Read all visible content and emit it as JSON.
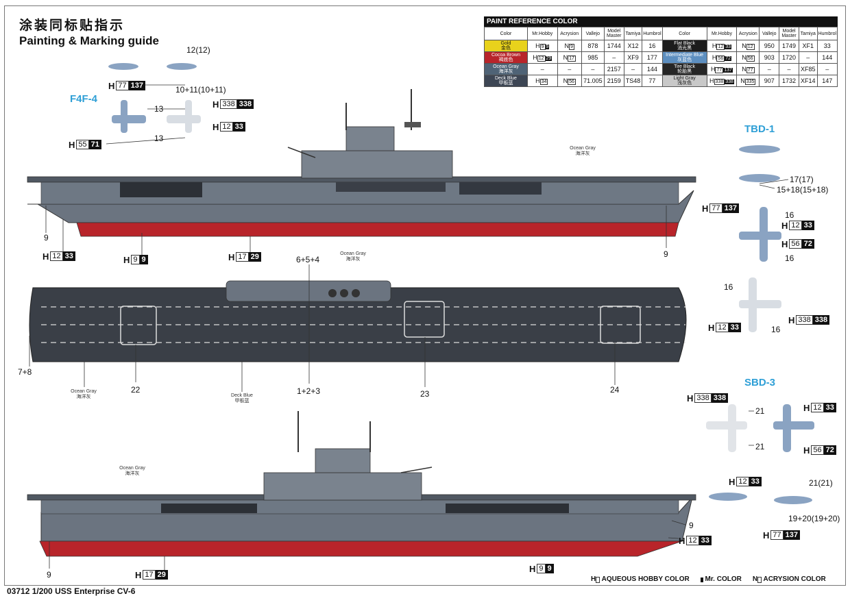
{
  "title_cn": "涂装同标贴指示",
  "title_en": "Painting & Marking guide",
  "footer": "03712 1/200 USS Enterprise CV-6",
  "paint_table": {
    "heading": "PAINT  REFERENCE COLOR",
    "columns": [
      "Color",
      "Mr.Hobby",
      "Acrysion",
      "Vallejo",
      "Model Master",
      "Tamiya",
      "Humbrol"
    ],
    "left": [
      {
        "name": "Gold",
        "cn": "金色",
        "color": "#e8d21c",
        "h": [
          "9",
          "9"
        ],
        "n": "9",
        "vallejo": "878",
        "mm": "1744",
        "tamiya": "X12",
        "humbrol": "16"
      },
      {
        "name": "Cocoa Brown",
        "cn": "褐底色",
        "color": "#b8242a",
        "h": [
          "12",
          "29"
        ],
        "n": "17",
        "vallejo": "985",
        "mm": "–",
        "tamiya": "XF9",
        "humbrol": "177"
      },
      {
        "name": "Ocean Gray",
        "cn": "海洋灰",
        "color": "#4f6376",
        "h": null,
        "n": null,
        "vallejo": "–",
        "mm": "2157",
        "tamiya": "–",
        "humbrol": "144"
      },
      {
        "name": "Deck Blue",
        "cn": "甲板蓝",
        "color": "#3d4654",
        "h": [
          "34",
          ""
        ],
        "n": "56",
        "vallejo": "71.005",
        "mm": "2159",
        "tamiya": "TS48",
        "humbrol": "77"
      }
    ],
    "right": [
      {
        "name": "Flat Black",
        "cn": "消光黑",
        "color": "#1c1c1c",
        "h": [
          "12",
          "33"
        ],
        "n": "12",
        "vallejo": "950",
        "mm": "1749",
        "tamiya": "XF1",
        "humbrol": "33"
      },
      {
        "name": "Intermediate Blue",
        "cn": "灰蓝色",
        "color": "#5d8fc0",
        "h": [
          "56",
          "72"
        ],
        "n": "56",
        "vallejo": "903",
        "mm": "1720",
        "tamiya": "–",
        "humbrol": "144"
      },
      {
        "name": "Tire Black",
        "cn": "轮胎黑",
        "color": "#262626",
        "h": [
          "77",
          "137"
        ],
        "n": "77",
        "vallejo": "–",
        "mm": "–",
        "tamiya": "XF85",
        "humbrol": "–"
      },
      {
        "name": "Light Gray",
        "cn": "浅灰色",
        "color": "#c8c8c8",
        "h": [
          "338",
          "338"
        ],
        "n": "335",
        "vallejo": "907",
        "mm": "1732",
        "tamiya": "XF14",
        "humbrol": "147"
      }
    ]
  },
  "aircraft": {
    "f4f": "F4F-4",
    "tbd": "TBD-1",
    "sbd": "SBD-3"
  },
  "labels": {
    "l_12_12": "12(12)",
    "l_10_11": "10+11(10+11)",
    "l_13a": "13",
    "l_13b": "13",
    "l_17_17": "17(17)",
    "l_15_18": "15+18(15+18)",
    "l_16a": "16",
    "l_16b": "16",
    "l_16c": "16",
    "l_16d": "16",
    "l_21a": "21",
    "l_21b": "21",
    "l_21_21": "21(21)",
    "l_19_20": "19+20(19+20)",
    "l_9a": "9",
    "l_9b": "9",
    "l_9c": "9",
    "l_9d": "9",
    "l_654": "6+5+4",
    "l_123": "1+2+3",
    "l_78": "7+8",
    "l_22": "22",
    "l_23": "23",
    "l_24": "24"
  },
  "captions": {
    "og1": "Ocean Gray",
    "og1_cn": "海洋灰",
    "og2": "Ocean Gray",
    "og2_cn": "海洋灰",
    "og3": "Ocean Gray",
    "og3_cn": "海洋灰",
    "og4": "Ocean Gray",
    "og4_cn": "海洋灰",
    "db": "Deck Blue",
    "db_cn": "甲板蓝"
  },
  "codes": {
    "c1": {
      "p": "H",
      "w": "77",
      "b": "137"
    },
    "c2": {
      "p": "H",
      "w": "338",
      "b": "338"
    },
    "c3": {
      "p": "H",
      "w": "12",
      "b": "33"
    },
    "c4": {
      "p": "H",
      "w": "55",
      "b": "71"
    },
    "c5": {
      "p": "H",
      "w": "12",
      "b": "33"
    },
    "c6": {
      "p": "H",
      "w": "9",
      "b": "9"
    },
    "c7": {
      "p": "H",
      "w": "17",
      "b": "29"
    },
    "c8": {
      "p": "H",
      "w": "77",
      "b": "137"
    },
    "c9": {
      "p": "H",
      "w": "12",
      "b": "33"
    },
    "c10": {
      "p": "H",
      "w": "56",
      "b": "72"
    },
    "c11": {
      "p": "H",
      "w": "12",
      "b": "33"
    },
    "c12": {
      "p": "H",
      "w": "338",
      "b": "338"
    },
    "c13": {
      "p": "H",
      "w": "338",
      "b": "338"
    },
    "c14": {
      "p": "H",
      "w": "12",
      "b": "33"
    },
    "c15": {
      "p": "H",
      "w": "56",
      "b": "72"
    },
    "c16": {
      "p": "H",
      "w": "12",
      "b": "33"
    },
    "c17": {
      "p": "H",
      "w": "77",
      "b": "137"
    },
    "c18": {
      "p": "H",
      "w": "12",
      "b": "33"
    },
    "c19": {
      "p": "H",
      "w": "17",
      "b": "29"
    },
    "c20": {
      "p": "H",
      "w": "9",
      "b": "9"
    }
  },
  "legend": {
    "hobby": "AQUEOUS HOBBY COLOR",
    "mr": "Mr. COLOR",
    "acr": "ACRYSION COLOR"
  },
  "colors": {
    "hull_gray": "#6b7480",
    "bottom_red": "#b8242a",
    "deck": "#3a3f47",
    "plane_blue": "#8aa3c2"
  }
}
